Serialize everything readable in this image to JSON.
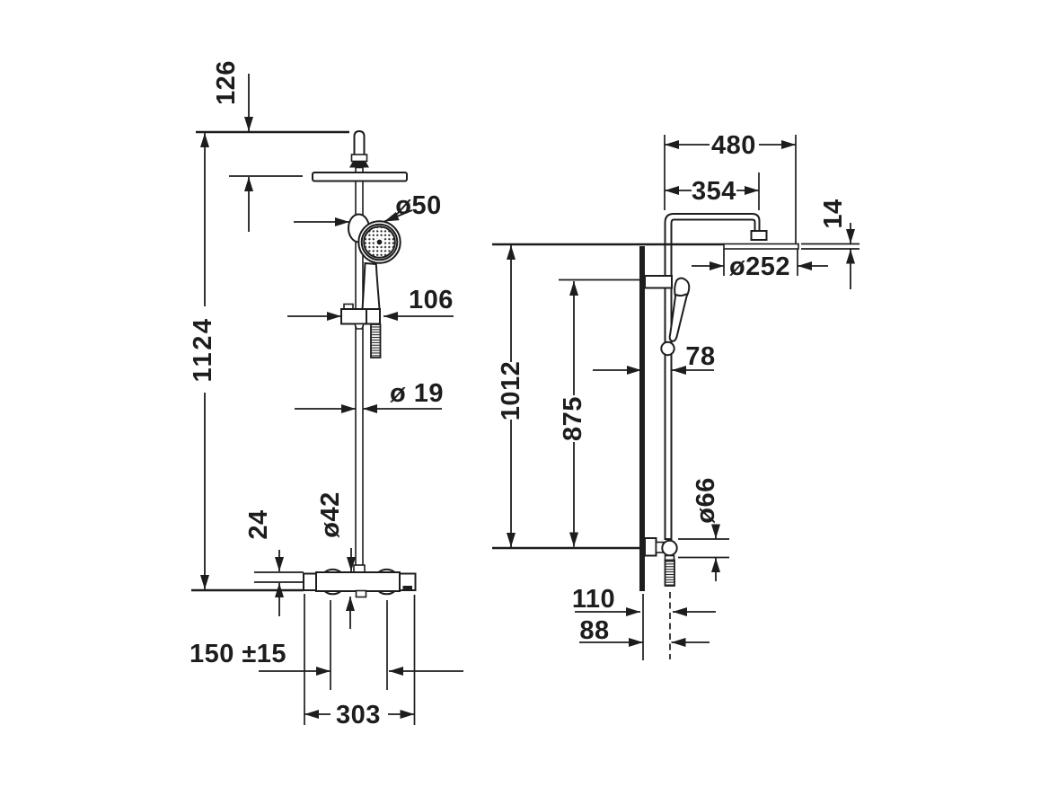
{
  "colors": {
    "line": "#1d1d1d",
    "background": "#ffffff"
  },
  "front_view": {
    "dims": {
      "top_offset": "126",
      "total_height": "1124",
      "holder_diameter": "ø50",
      "slider_width": "106",
      "rail_diameter": "ø 19",
      "valve_diameter": "ø42",
      "valve_top_offset": "24",
      "connection_spacing": "150 ±15",
      "valve_width": "303"
    }
  },
  "side_view": {
    "dims": {
      "arm_total_reach": "480",
      "arm_projection": "354",
      "head_thickness": "14",
      "head_diameter": "ø252",
      "total_height": "1012",
      "rail_height": "875",
      "rail_wall_offset": "78",
      "escutcheon_diameter": "ø66",
      "hose_wall_offset": "110",
      "outlet_wall_offset": "88"
    }
  }
}
